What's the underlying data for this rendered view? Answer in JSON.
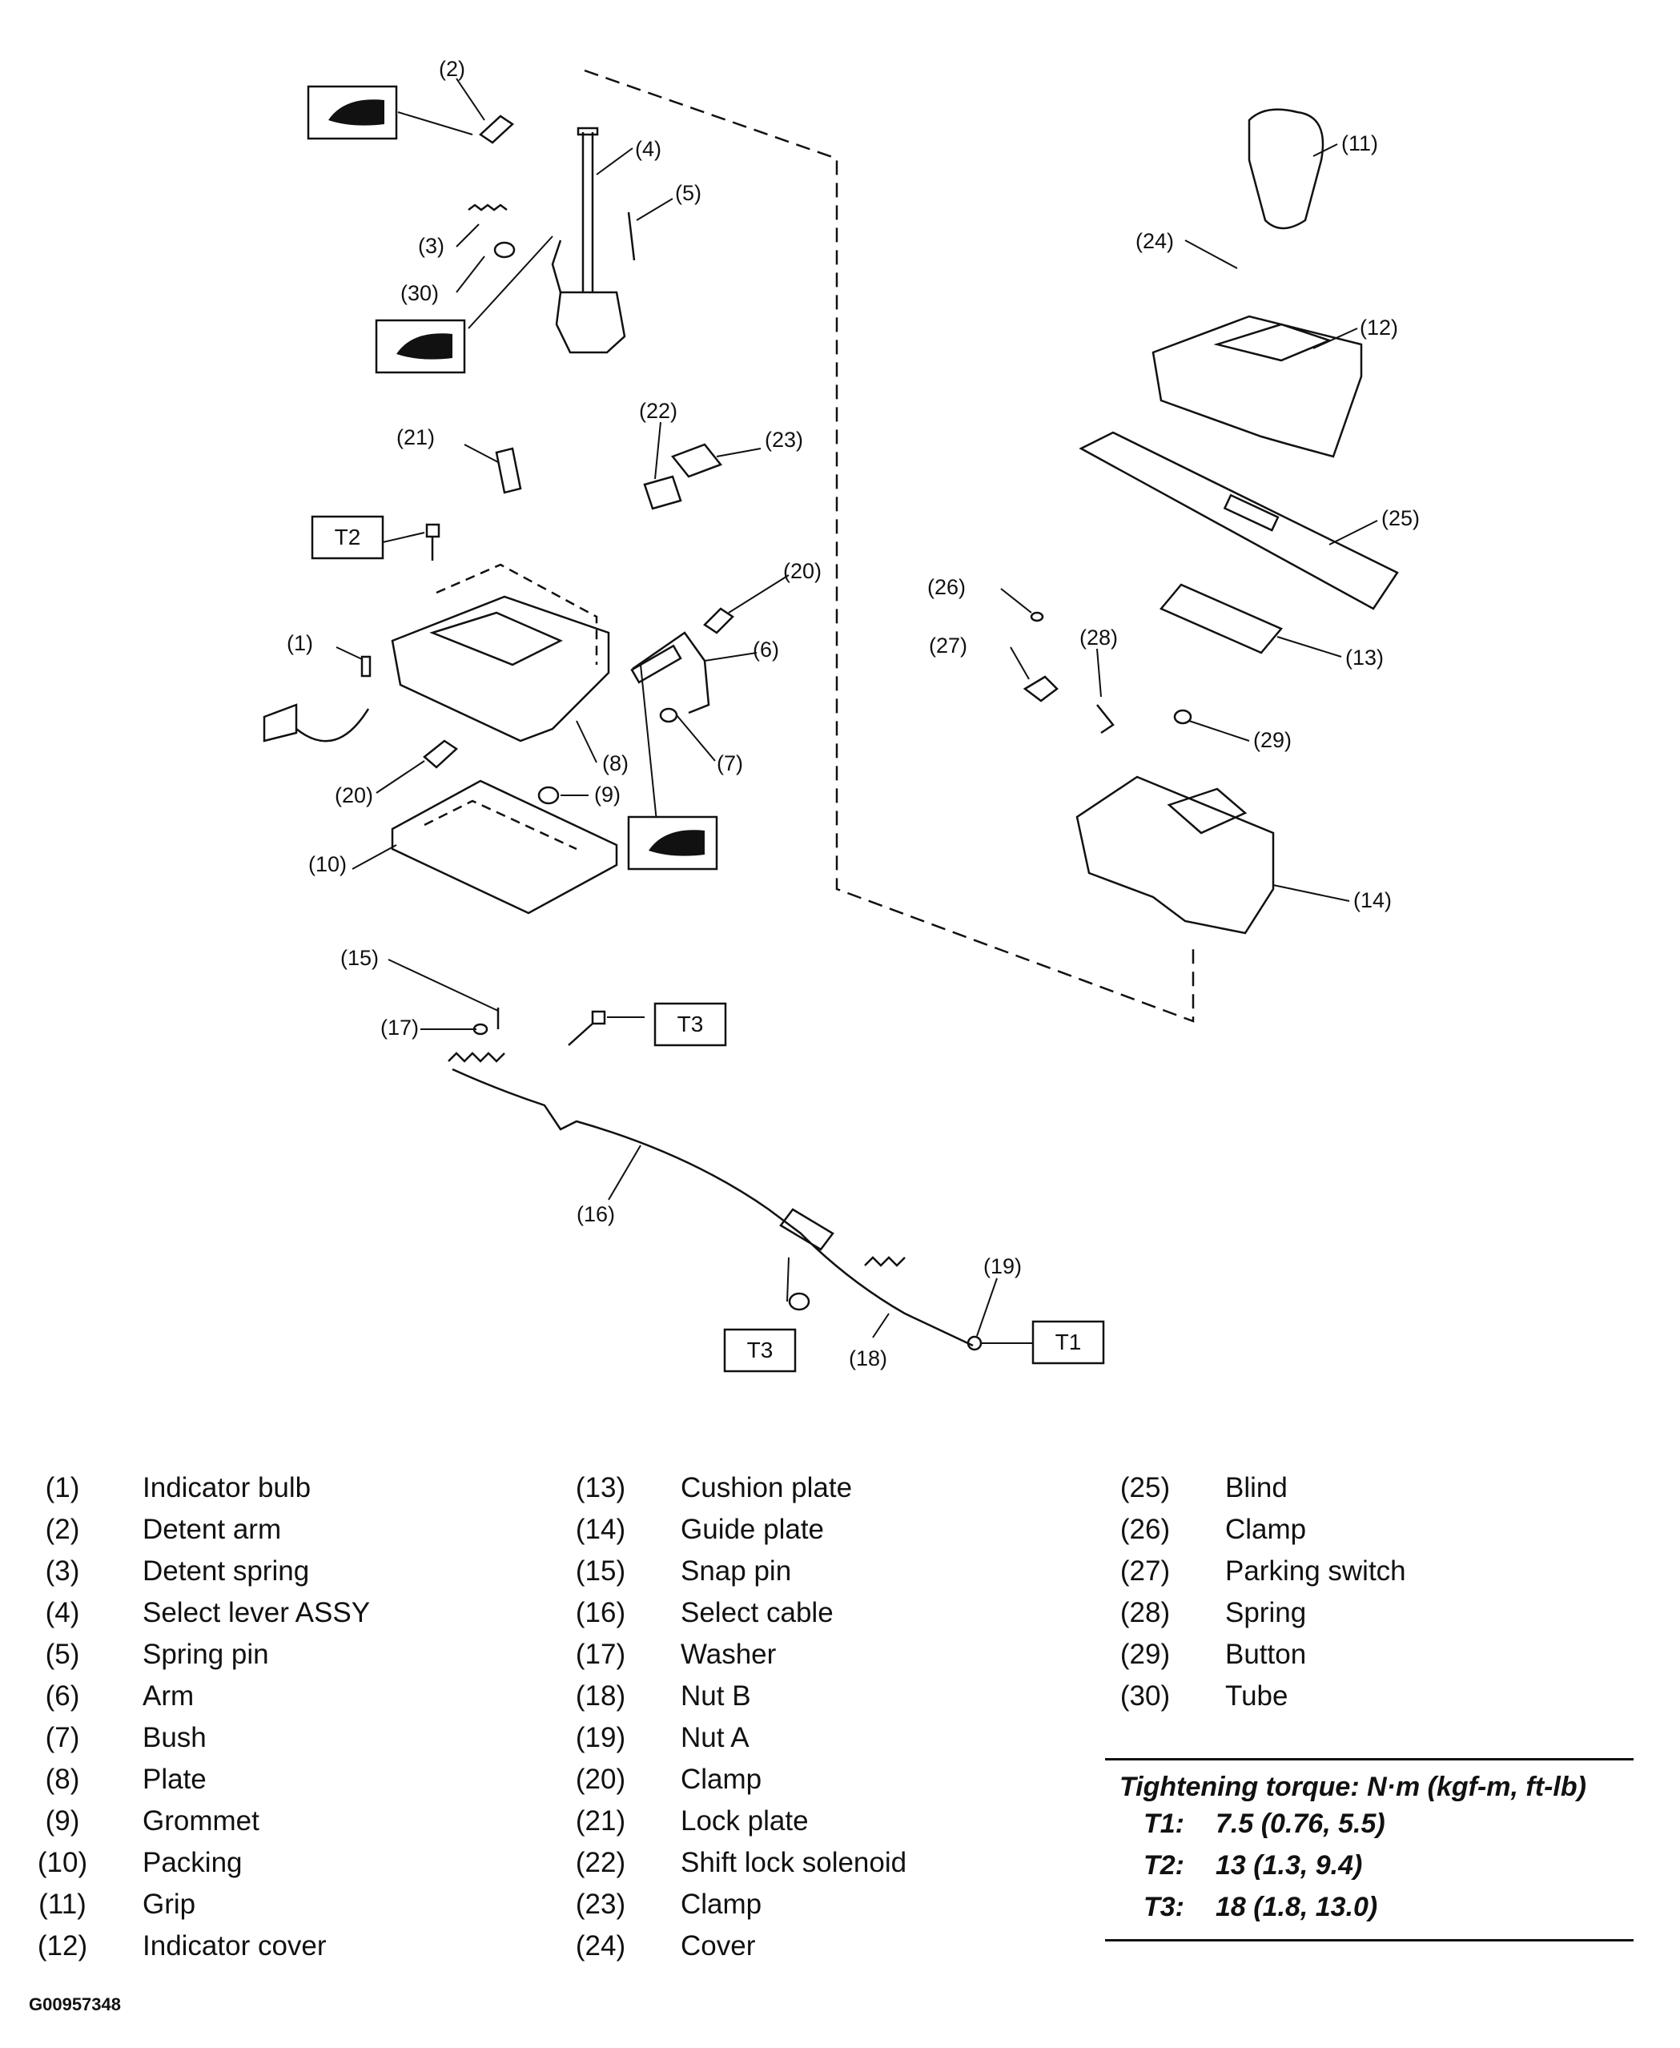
{
  "callouts": {
    "c1": "(1)",
    "c2": "(2)",
    "c3": "(3)",
    "c4": "(4)",
    "c5": "(5)",
    "c6": "(6)",
    "c7": "(7)",
    "c8": "(8)",
    "c9": "(9)",
    "c10": "(10)",
    "c11": "(11)",
    "c12": "(12)",
    "c13": "(13)",
    "c14": "(14)",
    "c15": "(15)",
    "c16": "(16)",
    "c17": "(17)",
    "c18": "(18)",
    "c19": "(19)",
    "c20a": "(20)",
    "c20b": "(20)",
    "c21": "(21)",
    "c22": "(22)",
    "c23": "(23)",
    "c24": "(24)",
    "c25": "(25)",
    "c26": "(26)",
    "c27": "(27)",
    "c28": "(28)",
    "c29": "(29)",
    "c30": "(30)"
  },
  "torque_boxes": {
    "t1": "T1",
    "t2": "T2",
    "t3a": "T3",
    "t3b": "T3"
  },
  "parts": [
    {
      "num": "(1)",
      "name": "Indicator bulb"
    },
    {
      "num": "(2)",
      "name": "Detent arm"
    },
    {
      "num": "(3)",
      "name": "Detent spring"
    },
    {
      "num": "(4)",
      "name": "Select lever ASSY"
    },
    {
      "num": "(5)",
      "name": "Spring pin"
    },
    {
      "num": "(6)",
      "name": "Arm"
    },
    {
      "num": "(7)",
      "name": "Bush"
    },
    {
      "num": "(8)",
      "name": "Plate"
    },
    {
      "num": "(9)",
      "name": "Grommet"
    },
    {
      "num": "(10)",
      "name": "Packing"
    },
    {
      "num": "(11)",
      "name": "Grip"
    },
    {
      "num": "(12)",
      "name": "Indicator cover"
    },
    {
      "num": "(13)",
      "name": "Cushion plate"
    },
    {
      "num": "(14)",
      "name": "Guide plate"
    },
    {
      "num": "(15)",
      "name": "Snap pin"
    },
    {
      "num": "(16)",
      "name": "Select cable"
    },
    {
      "num": "(17)",
      "name": "Washer"
    },
    {
      "num": "(18)",
      "name": "Nut B"
    },
    {
      "num": "(19)",
      "name": "Nut A"
    },
    {
      "num": "(20)",
      "name": "Clamp"
    },
    {
      "num": "(21)",
      "name": "Lock plate"
    },
    {
      "num": "(22)",
      "name": "Shift lock solenoid"
    },
    {
      "num": "(23)",
      "name": "Clamp"
    },
    {
      "num": "(24)",
      "name": "Cover"
    },
    {
      "num": "(25)",
      "name": "Blind"
    },
    {
      "num": "(26)",
      "name": "Clamp"
    },
    {
      "num": "(27)",
      "name": "Parking switch"
    },
    {
      "num": "(28)",
      "name": "Spring"
    },
    {
      "num": "(29)",
      "name": "Button"
    },
    {
      "num": "(30)",
      "name": "Tube"
    }
  ],
  "torque": {
    "title": "Tightening torque: N·m (kgf-m, ft-lb)",
    "rows": [
      {
        "key": "T1:",
        "value": "7.5 (0.76, 5.5)"
      },
      {
        "key": "T2:",
        "value": "13 (1.3, 9.4)"
      },
      {
        "key": "T3:",
        "value": "18 (1.8, 13.0)"
      }
    ]
  },
  "figure_code": "G00957348"
}
